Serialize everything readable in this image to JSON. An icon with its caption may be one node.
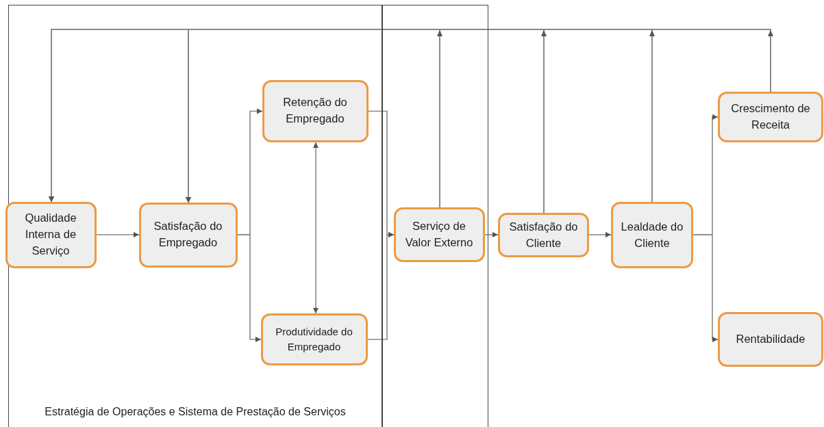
{
  "diagram": {
    "nodes": [
      {
        "text": [
          "Estratégia de Operações e Sistema de Prestação de Serviços"
        ]
      },
      {
        "text": [
          "Qualidade Interna de Serviço"
        ],
        "in": 0
      },
      {
        "text": [
          "Satisfação do Empregado"
        ],
        "in": 0
      },
      {
        "text": [
          "Retenção do Empregado"
        ],
        "in": 0
      },
      {
        "text": [
          "Produtividade do Empregado"
        ],
        "in": 0
      },
      {
        "text": [],
        "shape": "box"
      },
      {
        "text": [
          "Serviço de Valor Externo"
        ],
        "in": 5
      },
      {
        "text": [
          "Satisfação do Cliente"
        ]
      },
      {
        "text": [
          "Lealdade do Cliente"
        ]
      },
      {
        "text": [
          "Crescimento de Receita"
        ]
      },
      {
        "text": [
          "Rentabilidade"
        ]
      }
    ],
    "edges": [
      {
        "from": 1,
        "to": 2,
        "arrow": "to"
      },
      {
        "from": 2,
        "to": 3,
        "arrow": "to"
      },
      {
        "from": 2,
        "to": 4,
        "arrow": "to"
      },
      {
        "from": 3,
        "to": 4,
        "arrow": "both"
      },
      {
        "from": 3,
        "to": 6,
        "arrow": "to"
      },
      {
        "from": 4,
        "to": 6,
        "arrow": "to"
      },
      {
        "from": 6,
        "to": 7,
        "arrow": "to"
      },
      {
        "from": 7,
        "to": 8,
        "arrow": "to"
      },
      {
        "from": 8,
        "to": 9,
        "arrow": "to"
      },
      {
        "from": 8,
        "to": 10,
        "arrow": "to"
      },
      {
        "from": 6,
        "to": 1,
        "arrow": "to"
      },
      {
        "from": 6,
        "to": 2,
        "arrow": "to"
      },
      {
        "from": 7,
        "to": 1,
        "arrow": "to"
      },
      {
        "from": 7,
        "to": 2,
        "arrow": "to"
      },
      {
        "from": 8,
        "to": 1,
        "arrow": "to"
      },
      {
        "from": 8,
        "to": 2,
        "arrow": "to"
      },
      {
        "from": 9,
        "to": 1,
        "arrow": "to"
      },
      {
        "from": 9,
        "to": 2,
        "arrow": "to"
      }
    ]
  }
}
